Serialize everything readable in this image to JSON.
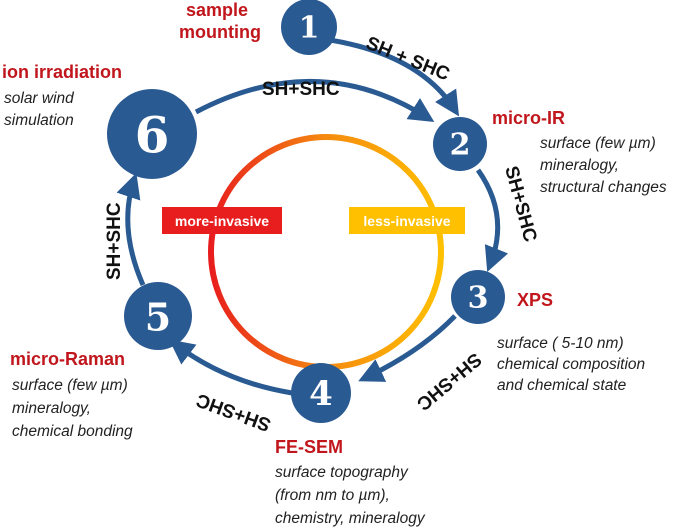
{
  "colors": {
    "node": "#2a5a92",
    "arrow": "#2a5a92",
    "title": "#c0161c",
    "invasive_more": "#e81e1e",
    "invasive_less": "#ffc000"
  },
  "steps": [
    {
      "num": "1",
      "title": "sample",
      "title2": "mounting",
      "desc": []
    },
    {
      "num": "2",
      "title": "micro-IR",
      "desc": [
        "surface (few µm)",
        "mineralogy,",
        "structural changes"
      ]
    },
    {
      "num": "3",
      "title": "XPS",
      "desc": [
        "surface ( 5-10 nm)",
        "chemical composition",
        "and chemical state"
      ]
    },
    {
      "num": "4",
      "title": "FE-SEM",
      "desc": [
        "surface topography",
        "(from nm to µm),",
        "chemistry, mineralogy"
      ]
    },
    {
      "num": "5",
      "title": "micro-Raman",
      "desc": [
        "surface (few µm)",
        "mineralogy,",
        "chemical bonding"
      ]
    },
    {
      "num": "6",
      "title": "ion irradiation",
      "desc": [
        "solar wind",
        "simulation"
      ]
    }
  ],
  "edges": {
    "e12": "SH + SHC",
    "e62": "SH+SHC",
    "e23": "SH+SHC",
    "e34": "SH+SHC",
    "e45": "SH+SHC",
    "e56": "SH+SHC"
  },
  "invasiveness": {
    "more": "more-invasive",
    "less": "less-invasive"
  }
}
